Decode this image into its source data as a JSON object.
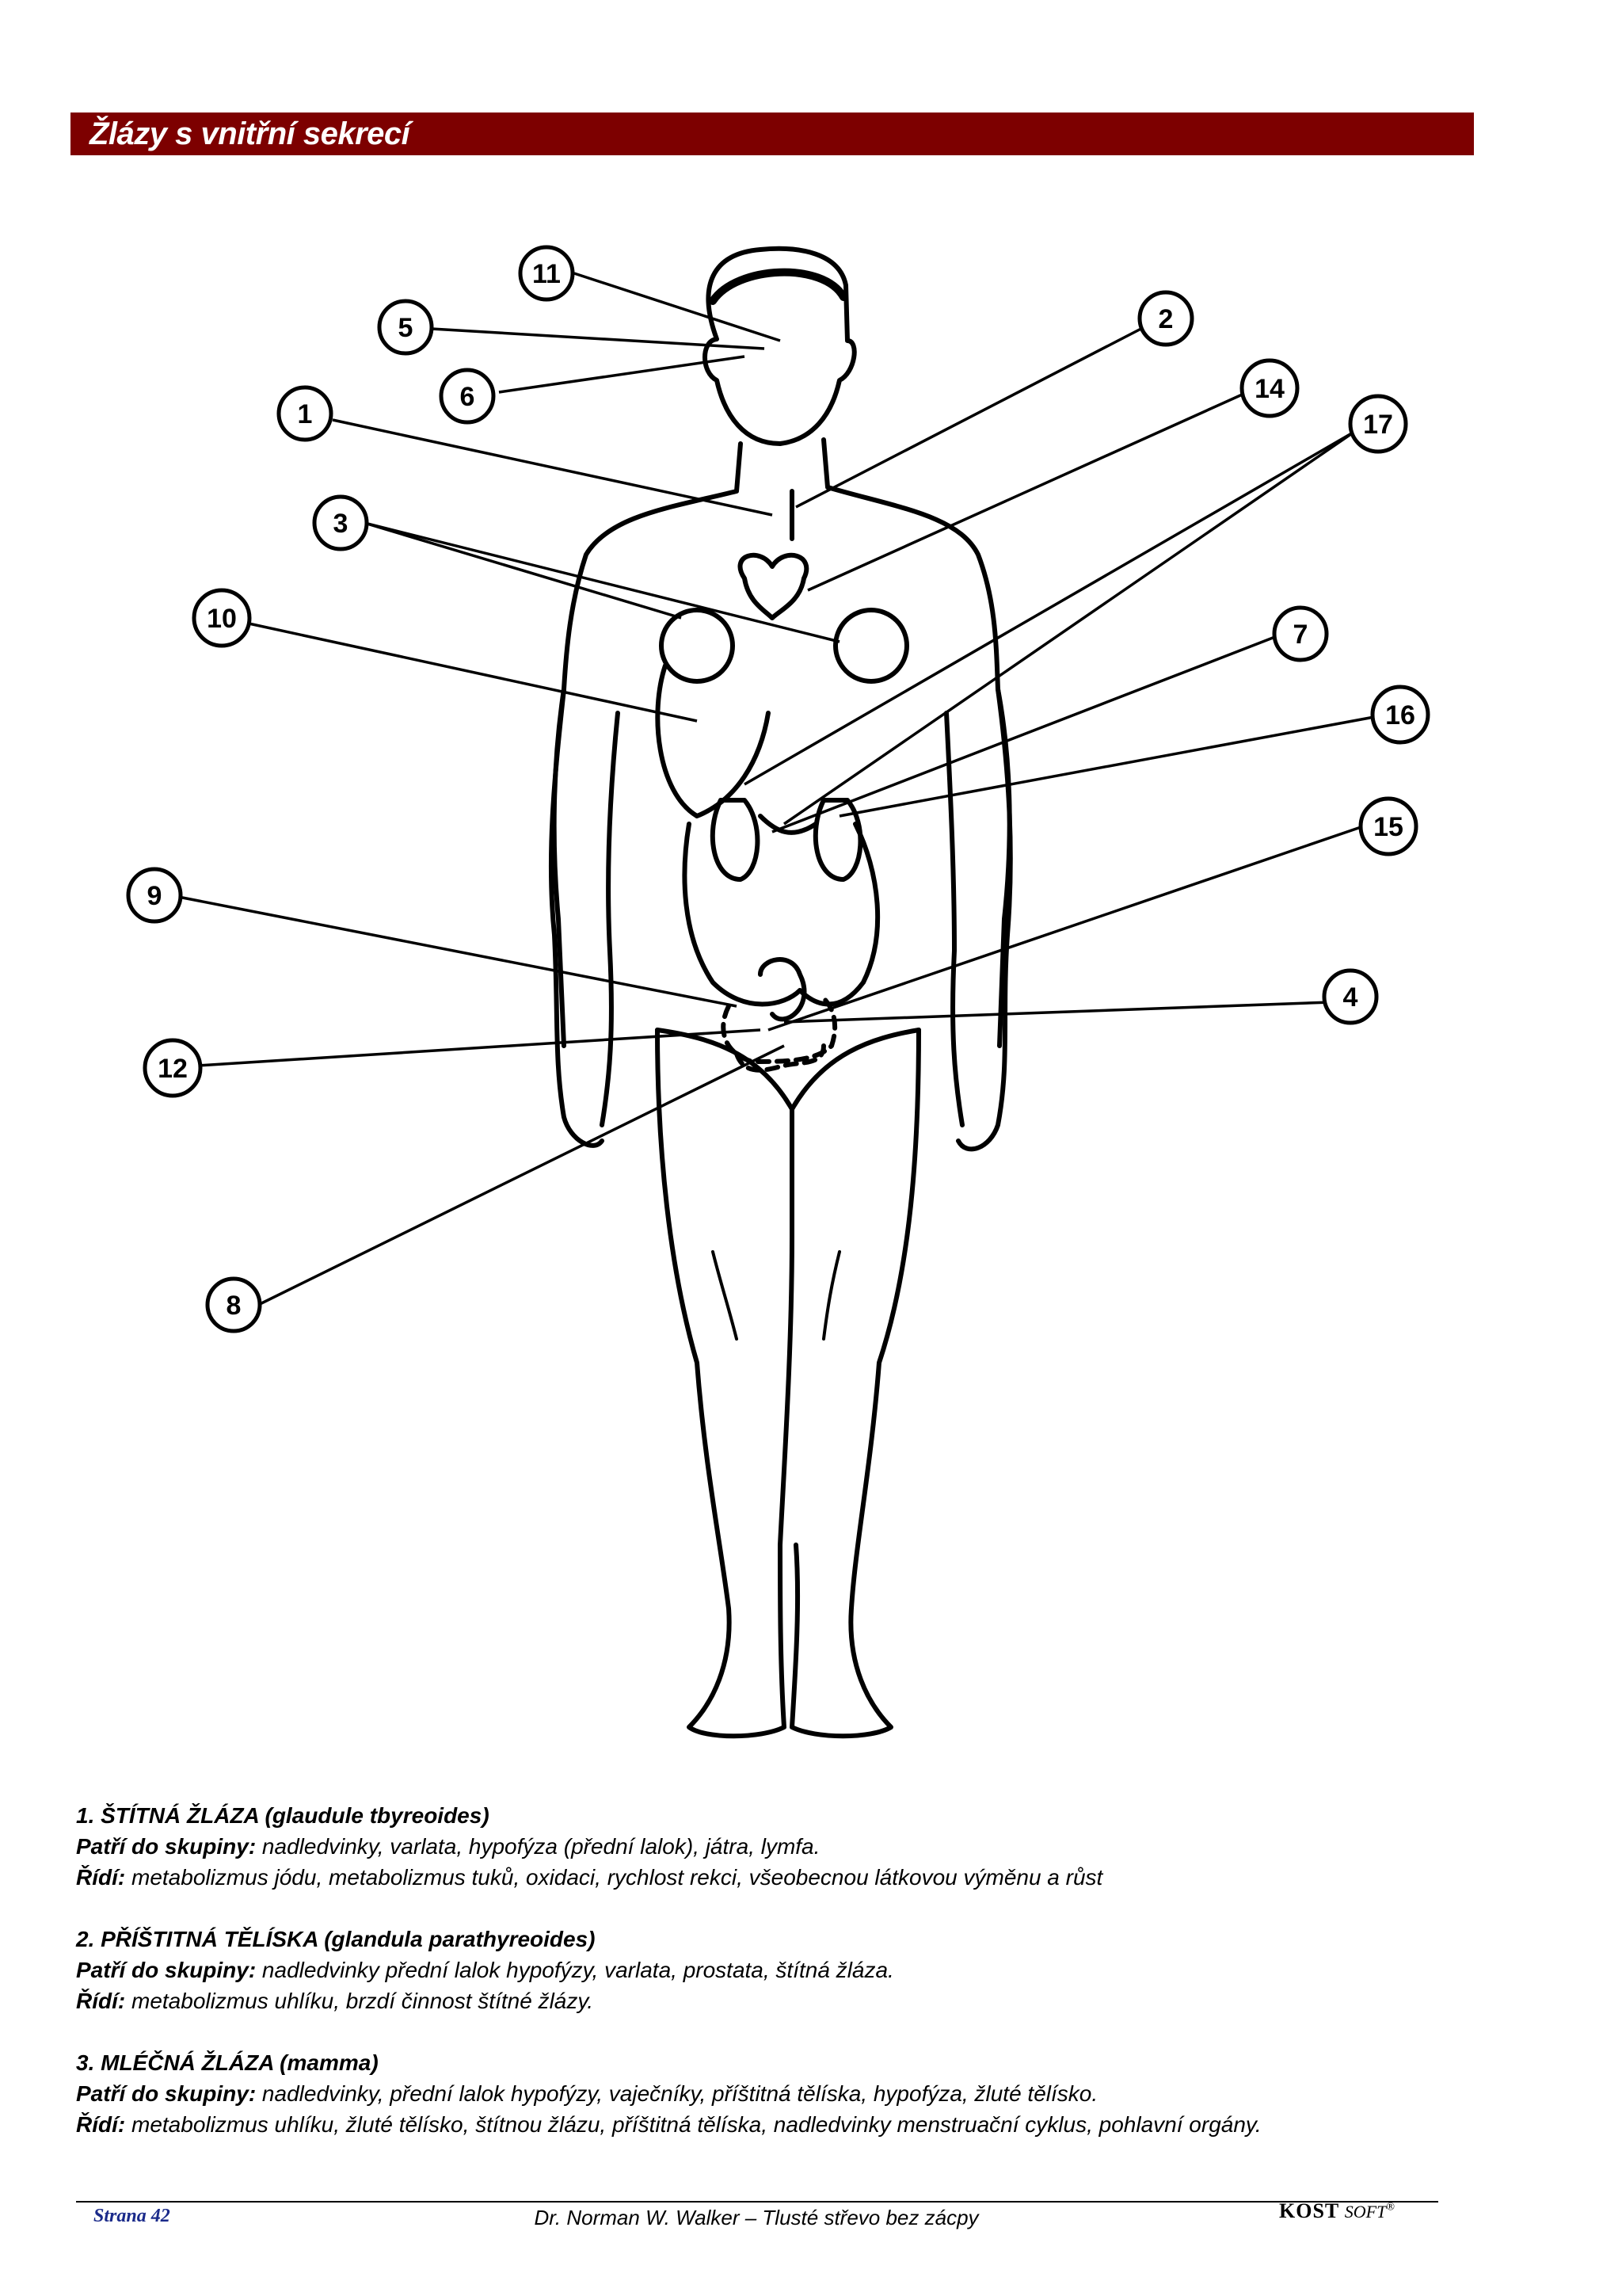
{
  "header": {
    "title": "Žlázy s vnitřní sekrecí"
  },
  "figure": {
    "labels": [
      "11",
      "5",
      "6",
      "1",
      "3",
      "10",
      "2",
      "14",
      "17",
      "7",
      "16",
      "15",
      "9",
      "4",
      "12",
      "8"
    ]
  },
  "glands": [
    {
      "heading": "1. ŠTÍTNÁ ŽLÁZA (glaudule tbyreoides)",
      "group_key": "Patří do skupiny:",
      "group_value": " nadledvinky, varlata, hypofýza (přední lalok), játra, lymfa.",
      "controls_key": "Řídí:",
      "controls_value": " metabolizmus jódu, metabolizmus tuků, oxidaci, rychlost rekci, všeobecnou látkovou výměnu a růst"
    },
    {
      "heading": "2. PŘÍŠTITNÁ TĚLÍSKA (glandula parathyreoides)",
      "group_key": "Patří do skupiny:",
      "group_value": " nadledvinky přední lalok hypofýzy, varlata, prostata, štítná žláza.",
      "controls_key": "Řídí:",
      "controls_value": " metabolizmus uhlíku, brzdí činnost štítné žlázy."
    },
    {
      "heading": "3. MLÉČNÁ ŽLÁZA (mamma)",
      "group_key": "Patří do skupiny:",
      "group_value": " nadledvinky, přední lalok hypofýzy, vaječníky, příštitná tělíska, hypofýza, žluté tělísko.",
      "controls_key": "Řídí:",
      "controls_value": " metabolizmus uhlíku, žluté tělísko, štítnou žlázu, příštitná tělíska, nadledvinky menstruační cyklus, pohlavní orgány."
    }
  ],
  "footer": {
    "page": "Strana 42",
    "center": "Dr. Norman W. Walker – Tlusté střevo bez zácpy",
    "brand_kost": "KOST",
    "brand_soft": "SOFT",
    "brand_mark": "®"
  }
}
